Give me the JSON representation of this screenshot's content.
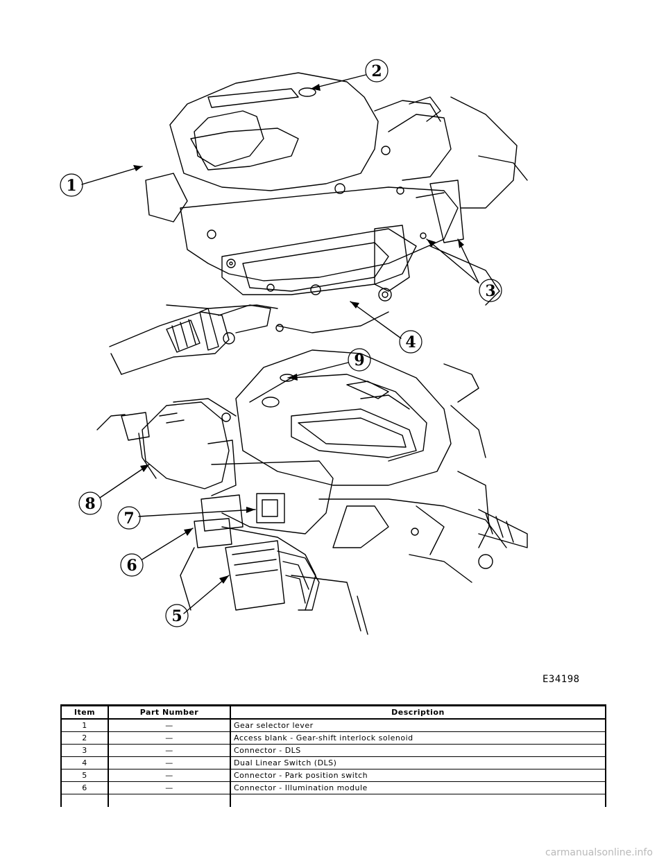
{
  "figure": {
    "id": "E34198",
    "callouts": [
      "1",
      "2",
      "3",
      "4",
      "5",
      "6",
      "7",
      "8",
      "9"
    ]
  },
  "table": {
    "headers": {
      "item": "Item",
      "part_number": "Part Number",
      "description": "Description"
    },
    "rows": [
      {
        "item": "1",
        "part_number": "—",
        "description": "Gear selector lever"
      },
      {
        "item": "2",
        "part_number": "—",
        "description": "Access blank - Gear-shift interlock solenoid"
      },
      {
        "item": "3",
        "part_number": "—",
        "description": "Connector - DLS"
      },
      {
        "item": "4",
        "part_number": "—",
        "description": "Dual Linear Switch (DLS)"
      },
      {
        "item": "5",
        "part_number": "—",
        "description": "Connector - Park position switch"
      },
      {
        "item": "6",
        "part_number": "—",
        "description": "Connector - Illumination module"
      }
    ]
  },
  "watermark": "carmanualsonline.info"
}
